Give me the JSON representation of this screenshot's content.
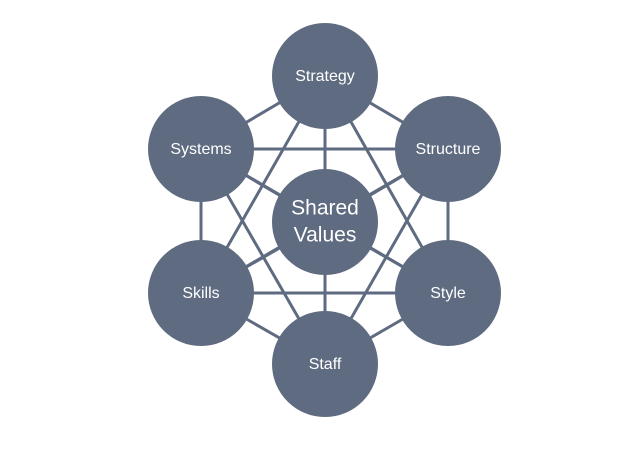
{
  "diagram": {
    "center": {
      "line1": "Shared",
      "line2": "Values"
    },
    "nodes": {
      "strategy": "Strategy",
      "structure": "Structure",
      "style": "Style",
      "staff": "Staff",
      "skills": "Skills",
      "systems": "Systems"
    },
    "colors": {
      "node_fill": "#5f6b80",
      "connector": "#5f6b80",
      "label_text": "#ffffff",
      "background": "#ffffff"
    }
  }
}
